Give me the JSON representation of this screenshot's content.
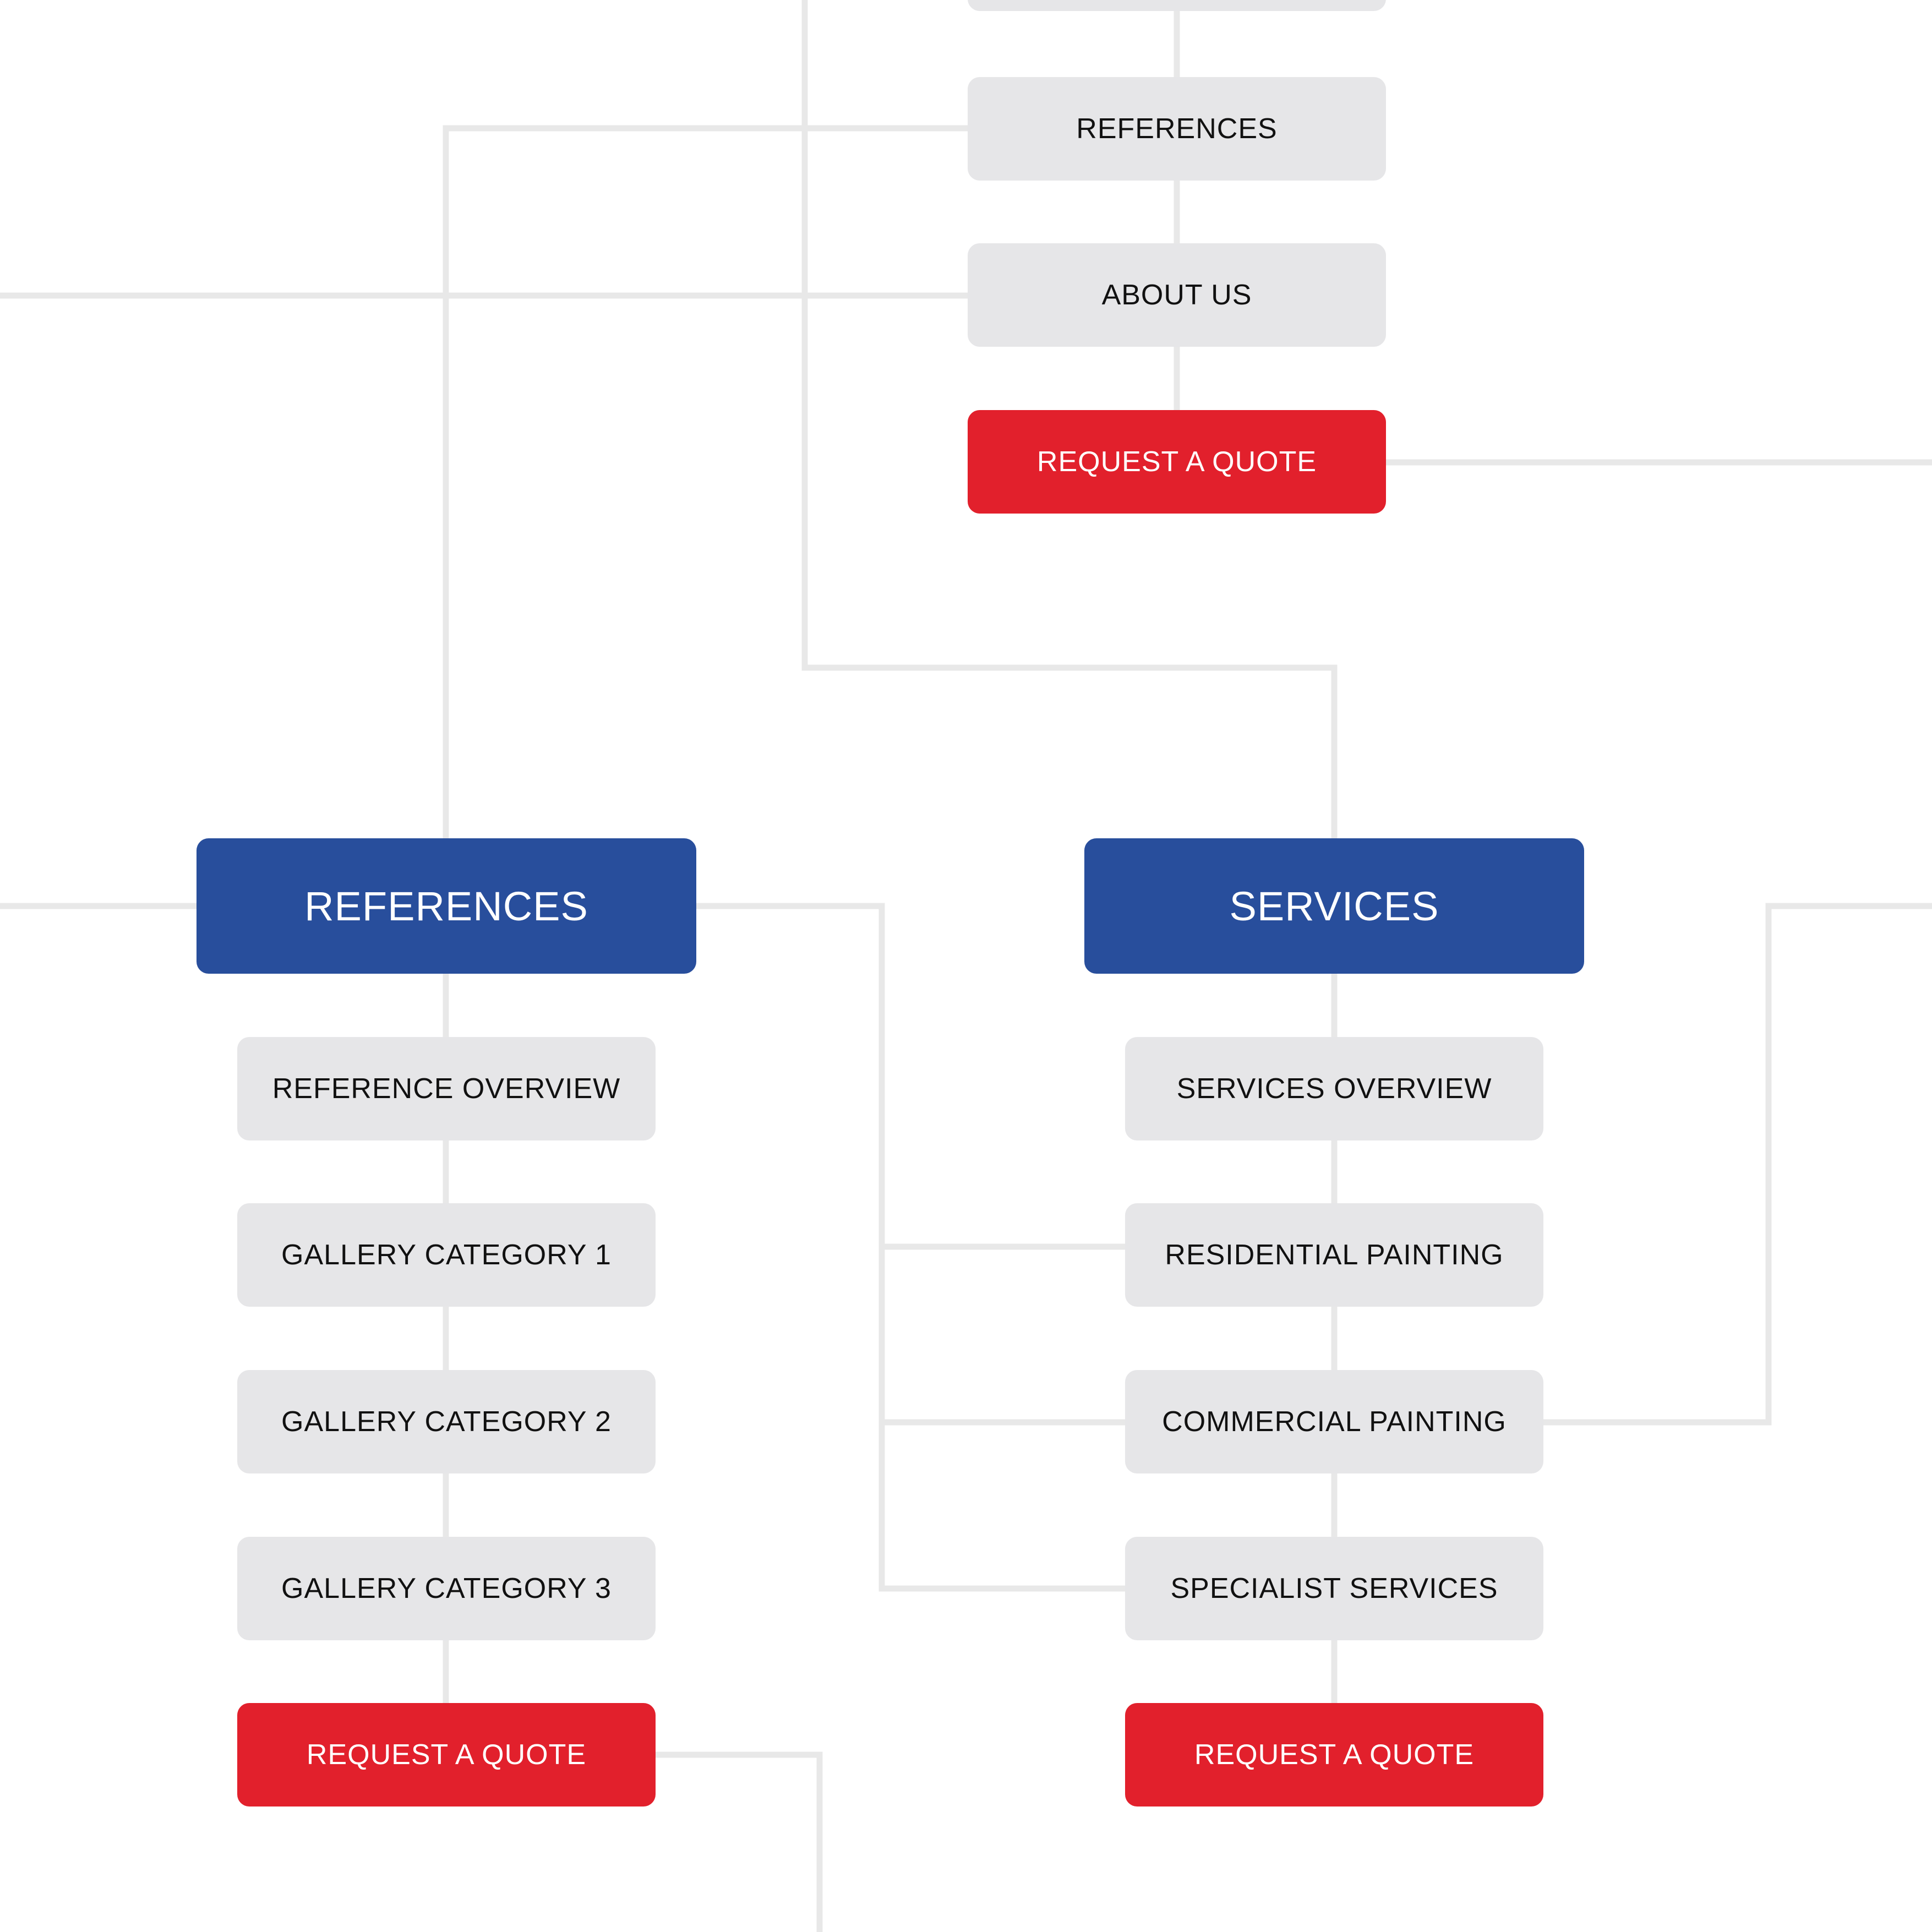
{
  "colors": {
    "connector": "#e8e8e8",
    "page_node": "#e6e6e8",
    "cta_node": "#e2202c",
    "section_node": "#284e9c"
  },
  "top_menu": {
    "references": "REFERENCES",
    "about_us": "ABOUT US",
    "request_quote": "REQUEST A QUOTE"
  },
  "references_section": {
    "title": "REFERENCES",
    "items": [
      "REFERENCE OVERVIEW",
      "GALLERY CATEGORY 1",
      "GALLERY CATEGORY 2",
      "GALLERY CATEGORY 3"
    ],
    "cta": "REQUEST A QUOTE"
  },
  "services_section": {
    "title": "SERVICES",
    "items": [
      "SERVICES OVERVIEW",
      "RESIDENTIAL PAINTING",
      "COMMERCIAL PAINTING",
      "SPECIALIST SERVICES"
    ],
    "cta": "REQUEST A QUOTE"
  }
}
